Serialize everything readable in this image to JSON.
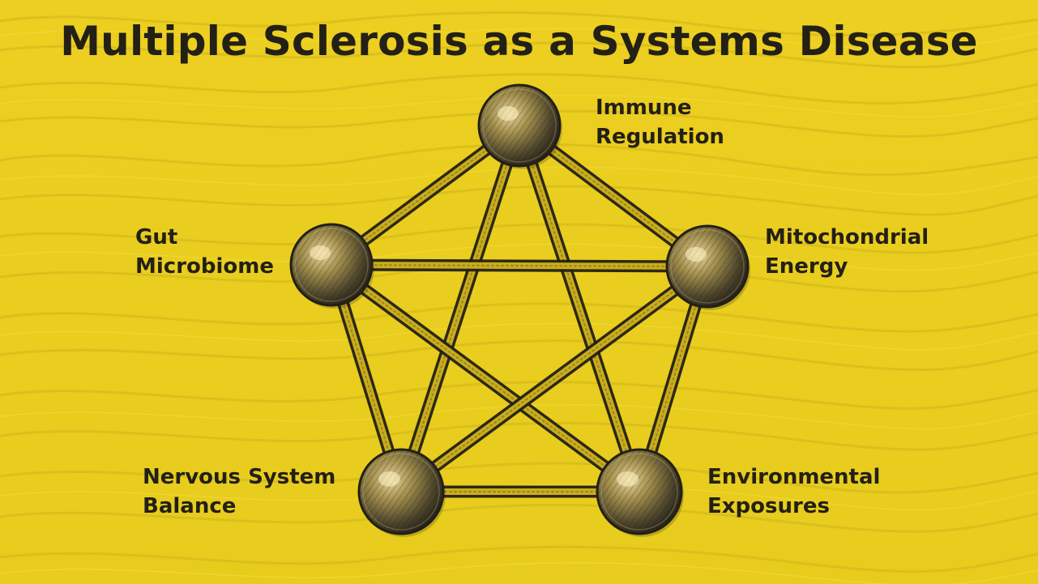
{
  "title": "Multiple Sclerosis as a Systems Disease",
  "colors": {
    "background": "#e9cf1f",
    "ink": "#232016",
    "rod": "#c9ad1c"
  },
  "nodes": [
    {
      "id": "immune",
      "icon": "sphere-icon",
      "label_lines": [
        "Immune",
        "Regulation"
      ]
    },
    {
      "id": "gut",
      "icon": "sphere-icon",
      "label_lines": [
        "Gut",
        "Microbiome"
      ]
    },
    {
      "id": "mito",
      "icon": "sphere-icon",
      "label_lines": [
        "Mitochondrial",
        "Energy"
      ]
    },
    {
      "id": "nervous",
      "icon": "sphere-icon",
      "label_lines": [
        "Nervous System",
        "Balance"
      ]
    },
    {
      "id": "env",
      "icon": "sphere-icon",
      "label_lines": [
        "Environmental",
        "Exposures"
      ]
    }
  ]
}
